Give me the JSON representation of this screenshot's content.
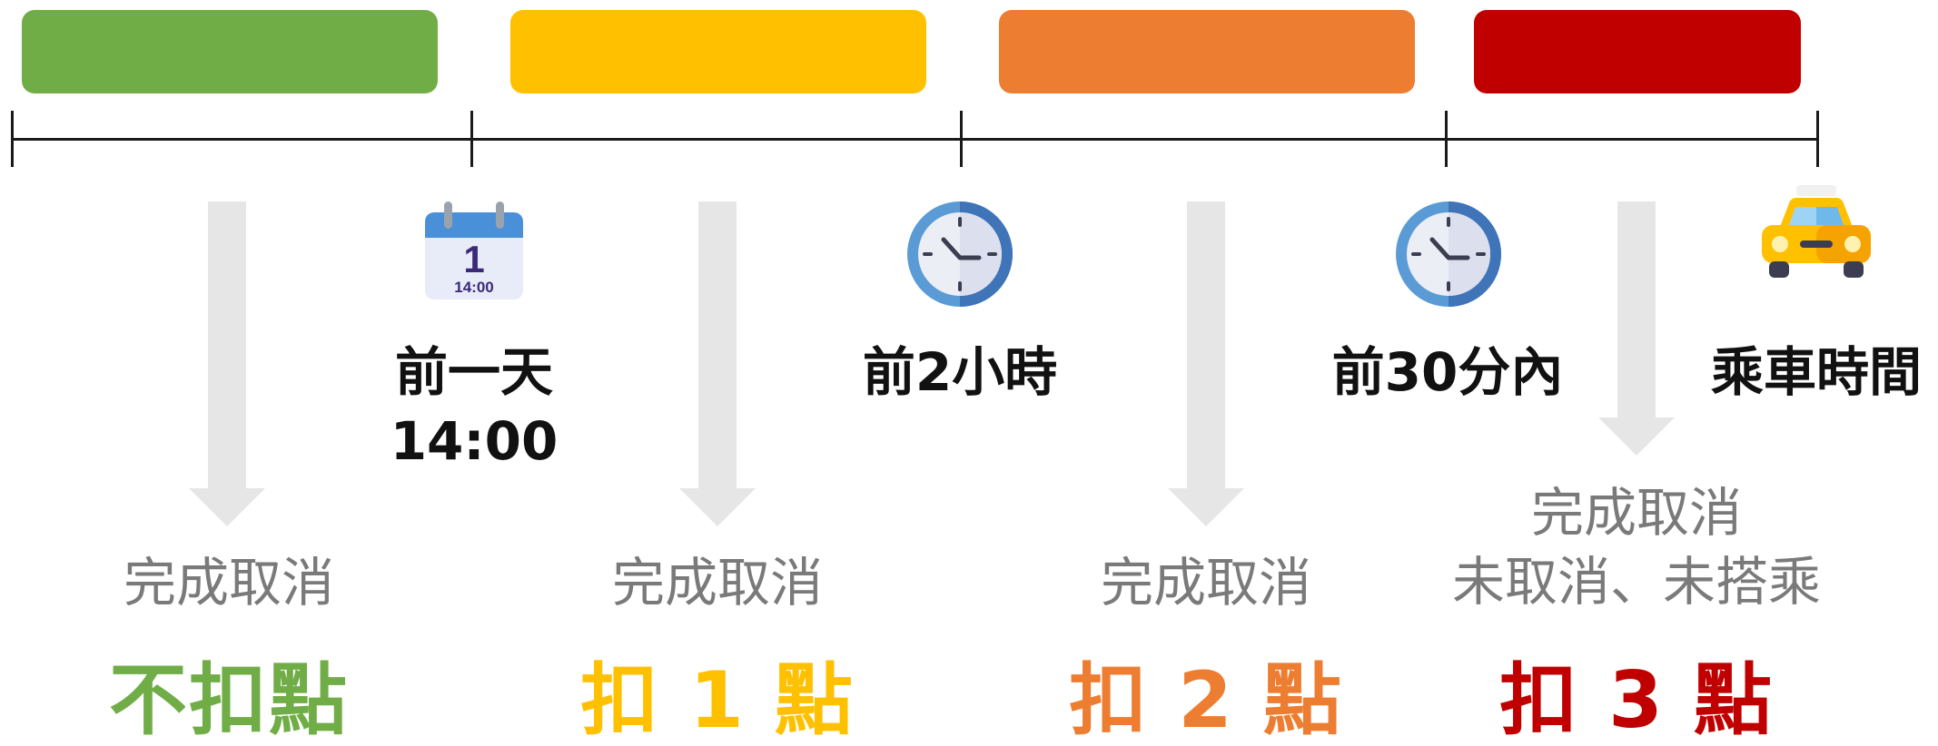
{
  "colors": {
    "green": "#70ad47",
    "yellow": "#ffc000",
    "orange": "#ed7d31",
    "red": "#c00000",
    "arrow": "#e6e6e6",
    "status_text": "#7a7a7a"
  },
  "milestones": {
    "day_before_line1": "前一天",
    "day_before_line2": "14:00",
    "two_hours": "前2小時",
    "thirty_min": "前30分內",
    "ride_time": "乘車時間"
  },
  "icons": {
    "calendar": {
      "name": "calendar-icon",
      "day": "1",
      "time": "14:00"
    },
    "clock_1": "clock-icon",
    "clock_2": "clock-icon",
    "taxi": "taxi-icon"
  },
  "segments": [
    {
      "status_lines": [
        "完成取消"
      ],
      "penalty": "不扣點",
      "color_key": "green"
    },
    {
      "status_lines": [
        "完成取消"
      ],
      "penalty": "扣 1 點",
      "color_key": "yellow"
    },
    {
      "status_lines": [
        "完成取消"
      ],
      "penalty": "扣 2 點",
      "color_key": "orange"
    },
    {
      "status_lines": [
        "完成取消",
        "未取消、未搭乘"
      ],
      "penalty": "扣 3 點",
      "color_key": "red"
    }
  ]
}
